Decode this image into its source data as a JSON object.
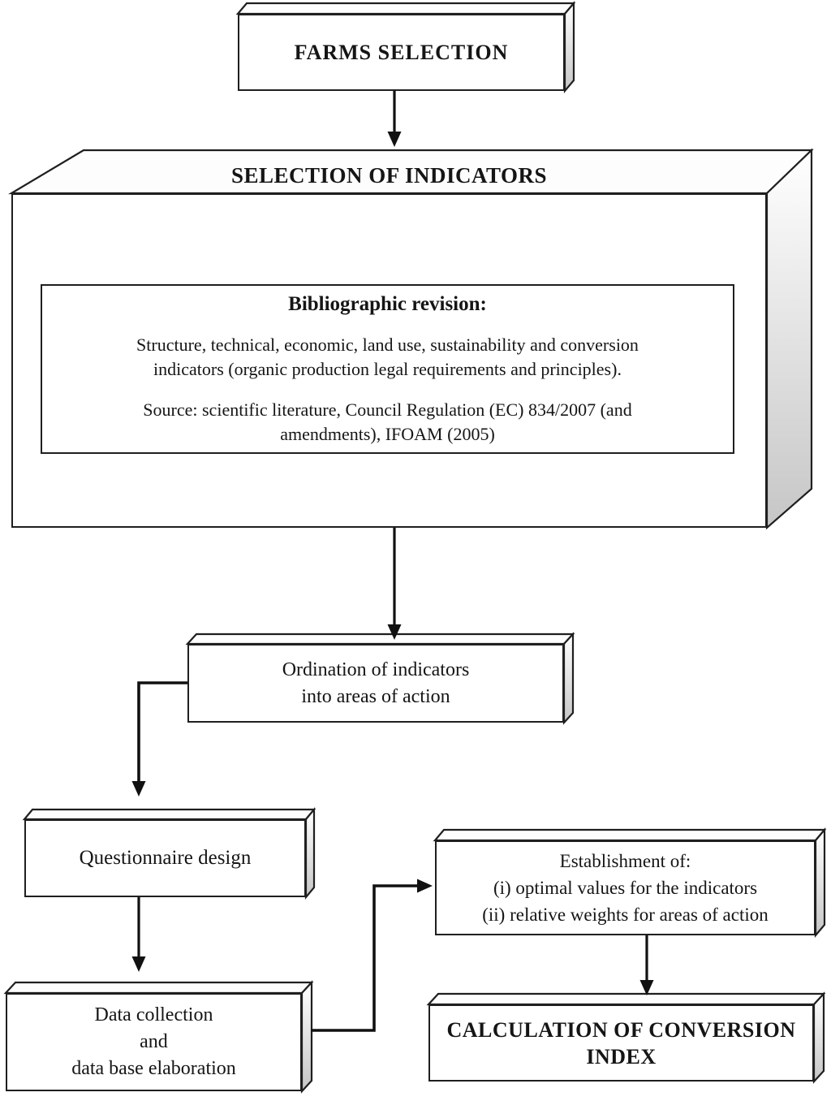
{
  "nodes": {
    "farms": {
      "label": "FARMS SELECTION"
    },
    "selection_of_indicators": {
      "label": "SELECTION OF INDICATORS"
    },
    "bibliographic": {
      "heading": "Bibliographic revision:",
      "paragraph1": "Structure, technical, economic, land use, sustainability and conversion\nindicators (organic production legal requirements and principles).",
      "paragraph2": "Source: scientific literature, Council Regulation (EC) 834/2007 (and\namendments), IFOAM (2005)"
    },
    "ordination": {
      "label": "Ordination of indicators\ninto areas of action"
    },
    "questionnaire": {
      "label": "Questionnaire design"
    },
    "data_collection": {
      "label": "Data collection\nand\ndata base elaboration"
    },
    "establishment": {
      "label": "Establishment of:\n(i) optimal values for the indicators\n(ii) relative weights for areas of action"
    },
    "calculation": {
      "label": "CALCULATION OF CONVERSION\nINDEX"
    }
  },
  "edges": [
    {
      "from": "farms",
      "to": "selection_of_indicators"
    },
    {
      "from": "selection_of_indicators",
      "to": "ordination"
    },
    {
      "from": "ordination",
      "to": "questionnaire"
    },
    {
      "from": "questionnaire",
      "to": "data_collection"
    },
    {
      "from": "data_collection",
      "to": "establishment"
    },
    {
      "from": "establishment",
      "to": "calculation"
    }
  ],
  "colors": {
    "ink": "#1a1a1a",
    "box_fill": "#ffffff",
    "shade_light": "#ffffff",
    "shade_dark": "#c6c6c6"
  }
}
